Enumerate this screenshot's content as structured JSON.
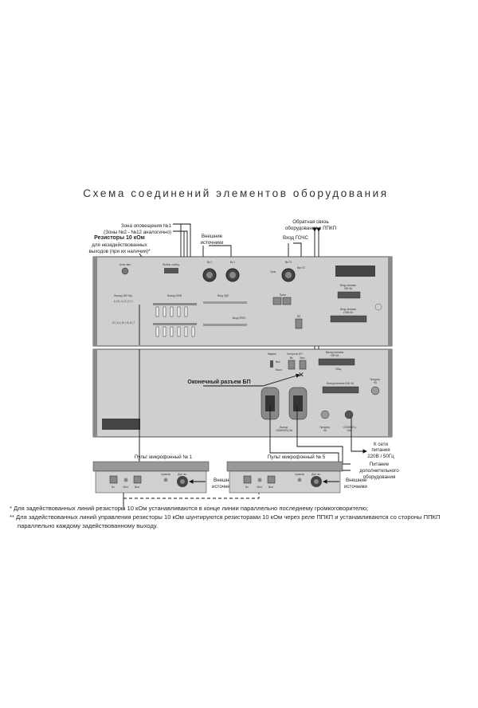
{
  "title": "Схема соединений элементов оборудования",
  "callouts": {
    "zone1": "Зона оповещения №1",
    "zones_other": "(Зоны №2 - №12 аналогично)",
    "resistors_bold": "Резисторы 10 кОм",
    "resistors_l2": "для незадействованных",
    "resistors_l3": "выходов (при их наличии)*",
    "ext_src_l1": "Внешние",
    "ext_src_l2": "источники",
    "gochs_in": "Вход ГОЧС",
    "feedback_l1": "Обратная связь",
    "feedback_l2": "оборудования с ППКП",
    "terminator": "Оконечный разъем БП",
    "mains_l1": "К сети",
    "mains_l2": "питания",
    "mains_l3": "220В / 50Гц",
    "aux_l1": "Питание",
    "aux_l2": "дополнительного",
    "aux_l3": "оборудования"
  },
  "upper_unit": {
    "mic_level": "Уров. мик.",
    "msg_select": "Выбор сообщ.",
    "in2": "Вх.2",
    "in1": "Вх.1",
    "in_go": "Вх.ГО",
    "level": "Уров.",
    "go_on": "Вкл.ГО",
    "out24": "Выход 24В Упр.",
    "out100": "Выход 100В",
    "udp_in": "Вход УДП",
    "ppkp_in": "Вход ППКП",
    "console": "Пульт",
    "bp": "БП",
    "pwr_in1": "Вход питания",
    "pwr_in1_v": "24В 3А",
    "pwr_in2": "Вход питания",
    "pwr_in2_v": "±15В 6А",
    "ch_top": "6 | 5 | 4 | 3 | 2 | 1",
    "ch_bottom": "12 | 11 | 10 | 9 | 8 | 7"
  },
  "lower_unit": {
    "alarm": "Авария",
    "on": "Вкл.",
    "off": "Выкл.",
    "bp_control": "Контроль БП",
    "bp_in": "Вх.",
    "bp_out": "Вых.",
    "pwr_out1": "Выход питания",
    "pwr_out1_v": "15В 6А",
    "common": "Общ.",
    "pwr_out2": "Выход питания 24В 3А",
    "fuse1": "Предохр.",
    "fuse1_v": "5А",
    "out220": "Выход",
    "out220_v": "~220В/50Гц 6А",
    "fuse2": "Предохр.",
    "fuse2_v": "6А",
    "in220": "~220В/50Гц",
    "in220_v": "16А"
  },
  "mic_consoles": [
    {
      "label": "Пульт микрофонный № 1",
      "in": "Вх",
      "mon": "Мон.",
      "out": "Вых",
      "level": "Уровень",
      "aux": "Доп. вх.",
      "ext_l1": "Внешние",
      "ext_l2": "источники"
    },
    {
      "label": "Пульт микрофонный № 5",
      "in": "Вх",
      "mon": "Мон.",
      "out": "Вых",
      "level": "Уровень",
      "aux": "Доп. вх.",
      "ext_l1": "Внешние",
      "ext_l2": "источники"
    }
  ],
  "footnotes": [
    "*  Для задействованных линий резисторы 10 кОм устанавливаются в конце линии параллельно последнему громкоговорителю;",
    "** Для задействованных линий управления резисторы 10 кОм шунтируются  резисторами 10 кОм  через реле ППКП и устанавливаются со стороны ППКП",
    "параллельно каждому задействованному выходу."
  ]
}
